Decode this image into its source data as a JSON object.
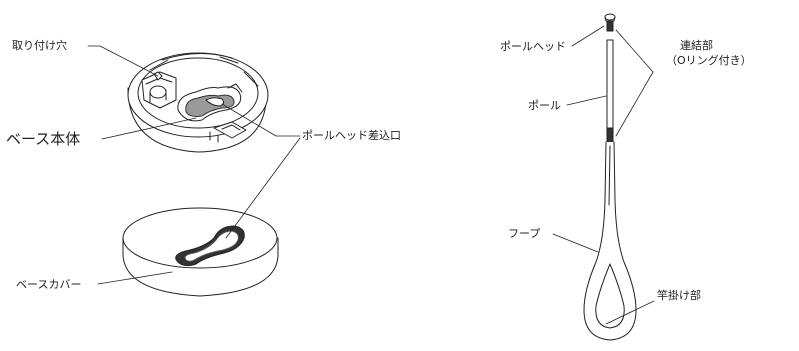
{
  "labels": {
    "mount_hole": "取り付け穴",
    "base_body": "ベース本体",
    "pole_head_slot": "ポールヘッド差込口",
    "base_cover": "ベースカバー",
    "pole_head": "ポールヘッド",
    "connector_line1": "連結部",
    "connector_line2": "（Oリング付き）",
    "pole": "ポール",
    "hoop": "フープ",
    "rod_hook": "竿掛け部"
  },
  "colors": {
    "line": "#222222",
    "shade": "#9a9a9a",
    "dark": "#333333",
    "fill": "#ffffff"
  }
}
